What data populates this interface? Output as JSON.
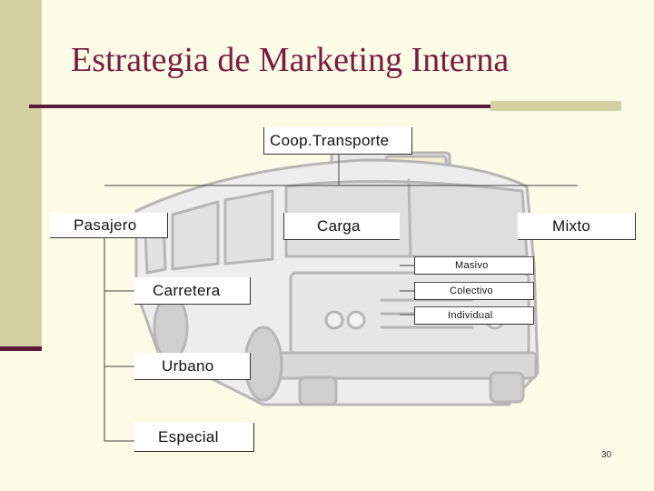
{
  "slide": {
    "title": "Estrategia de Marketing Interna",
    "number": "30"
  },
  "diagram": {
    "root": "Coop.Transporte",
    "categories": [
      "Pasajero",
      "Carga",
      "Mixto"
    ],
    "pasajero_children": [
      "Carretera",
      "Urbano",
      "Especial"
    ],
    "carga_children": [
      "Masivo",
      "Colectivo",
      "Individual"
    ]
  },
  "colors": {
    "background": "#fcfce6",
    "title": "#7a1b43",
    "accent_band": "#d3d1a3",
    "rule": "#5a1a3a"
  },
  "icons": {
    "background_illustration": "bus-icon"
  }
}
